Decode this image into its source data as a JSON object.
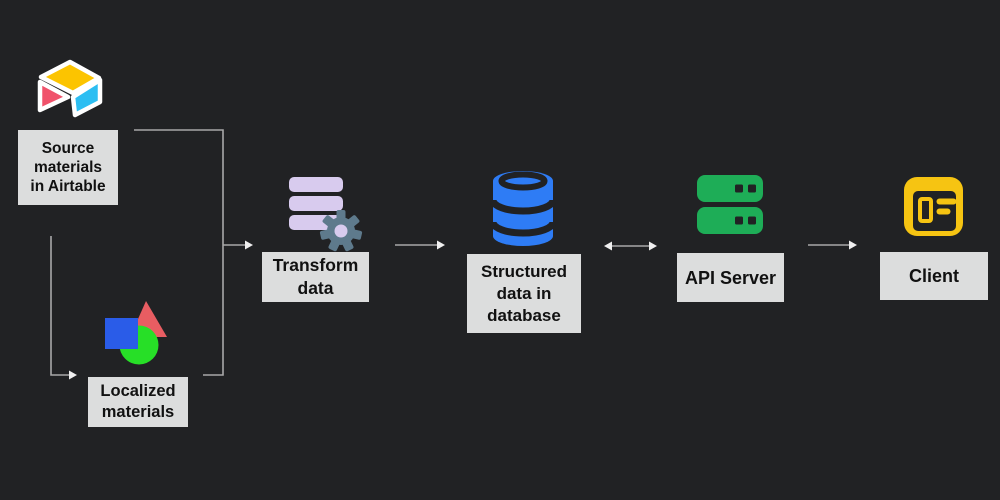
{
  "theme": {
    "bg": "#212224",
    "label-bg": "#dcdddd",
    "label-text": "#111111",
    "line": "#a8a8a8",
    "arrow": "#f0f0f0",
    "airtable-yellow": "#fcc400",
    "airtable-red": "#f0526b",
    "airtable-blue": "#2cbef2",
    "shape-blue": "#2a5ce8",
    "shape-red": "#e85d62",
    "shape-green": "#27df27",
    "lavender": "#d8cbee",
    "gear-slate": "#5e7a8c",
    "db-blue": "#2e7cf5",
    "server-green": "#1ead57",
    "client-yellow": "#f6c412"
  },
  "nodes": {
    "source": {
      "label": "Source\nmaterials\nin Airtable",
      "icon": "airtable-logo-icon"
    },
    "localized": {
      "label": "Localized\nmaterials",
      "icon": "shapes-icon"
    },
    "transform": {
      "label": "Transform\ndata",
      "icon": "data-stack-gear-icon"
    },
    "database": {
      "label": "Structured\ndata in\ndatabase",
      "icon": "database-cylinder-icon"
    },
    "api": {
      "label": "API Server",
      "icon": "server-rack-icon"
    },
    "client": {
      "label": "Client",
      "icon": "app-window-icon"
    }
  },
  "edges": [
    {
      "from": "source",
      "to": "localized",
      "type": "elbow-arrow"
    },
    {
      "from": "source",
      "to": "transform",
      "type": "elbow-arrow"
    },
    {
      "from": "localized",
      "to": "transform",
      "type": "elbow"
    },
    {
      "from": "transform",
      "to": "database",
      "type": "arrow"
    },
    {
      "from": "database",
      "to": "api",
      "type": "double-arrow"
    },
    {
      "from": "api",
      "to": "client",
      "type": "arrow"
    }
  ]
}
